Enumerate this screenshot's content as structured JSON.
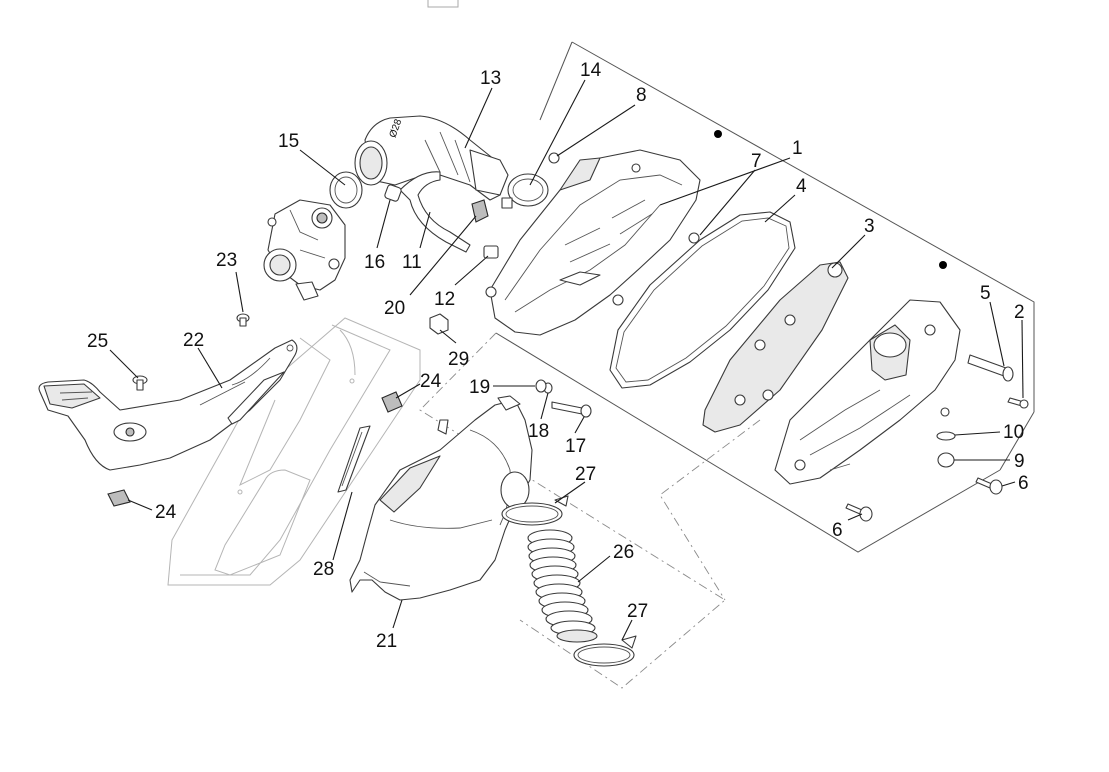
{
  "diagram": {
    "callouts": [
      {
        "id": "c13",
        "label": "13"
      },
      {
        "id": "c14",
        "label": "14"
      },
      {
        "id": "c8",
        "label": "8"
      },
      {
        "id": "c15",
        "label": "15"
      },
      {
        "id": "c1",
        "label": "1"
      },
      {
        "id": "c7",
        "label": "7"
      },
      {
        "id": "c4",
        "label": "4"
      },
      {
        "id": "c3",
        "label": "3"
      },
      {
        "id": "c16",
        "label": "16"
      },
      {
        "id": "c11",
        "label": "11"
      },
      {
        "id": "c23",
        "label": "23"
      },
      {
        "id": "c12",
        "label": "12"
      },
      {
        "id": "c20",
        "label": "20"
      },
      {
        "id": "c5",
        "label": "5"
      },
      {
        "id": "c2",
        "label": "2"
      },
      {
        "id": "c25",
        "label": "25"
      },
      {
        "id": "c22",
        "label": "22"
      },
      {
        "id": "c29",
        "label": "29"
      },
      {
        "id": "c24a",
        "label": "24"
      },
      {
        "id": "c19",
        "label": "19"
      },
      {
        "id": "c18",
        "label": "18"
      },
      {
        "id": "c17",
        "label": "17"
      },
      {
        "id": "c10",
        "label": "10"
      },
      {
        "id": "c9",
        "label": "9"
      },
      {
        "id": "c6a",
        "label": "6"
      },
      {
        "id": "c27a",
        "label": "27"
      },
      {
        "id": "c24b",
        "label": "24"
      },
      {
        "id": "c6b",
        "label": "6"
      },
      {
        "id": "c26",
        "label": "26"
      },
      {
        "id": "c28",
        "label": "28"
      },
      {
        "id": "c27b",
        "label": "27"
      },
      {
        "id": "c21",
        "label": "21"
      }
    ],
    "throttle_marking": "Ø28"
  }
}
